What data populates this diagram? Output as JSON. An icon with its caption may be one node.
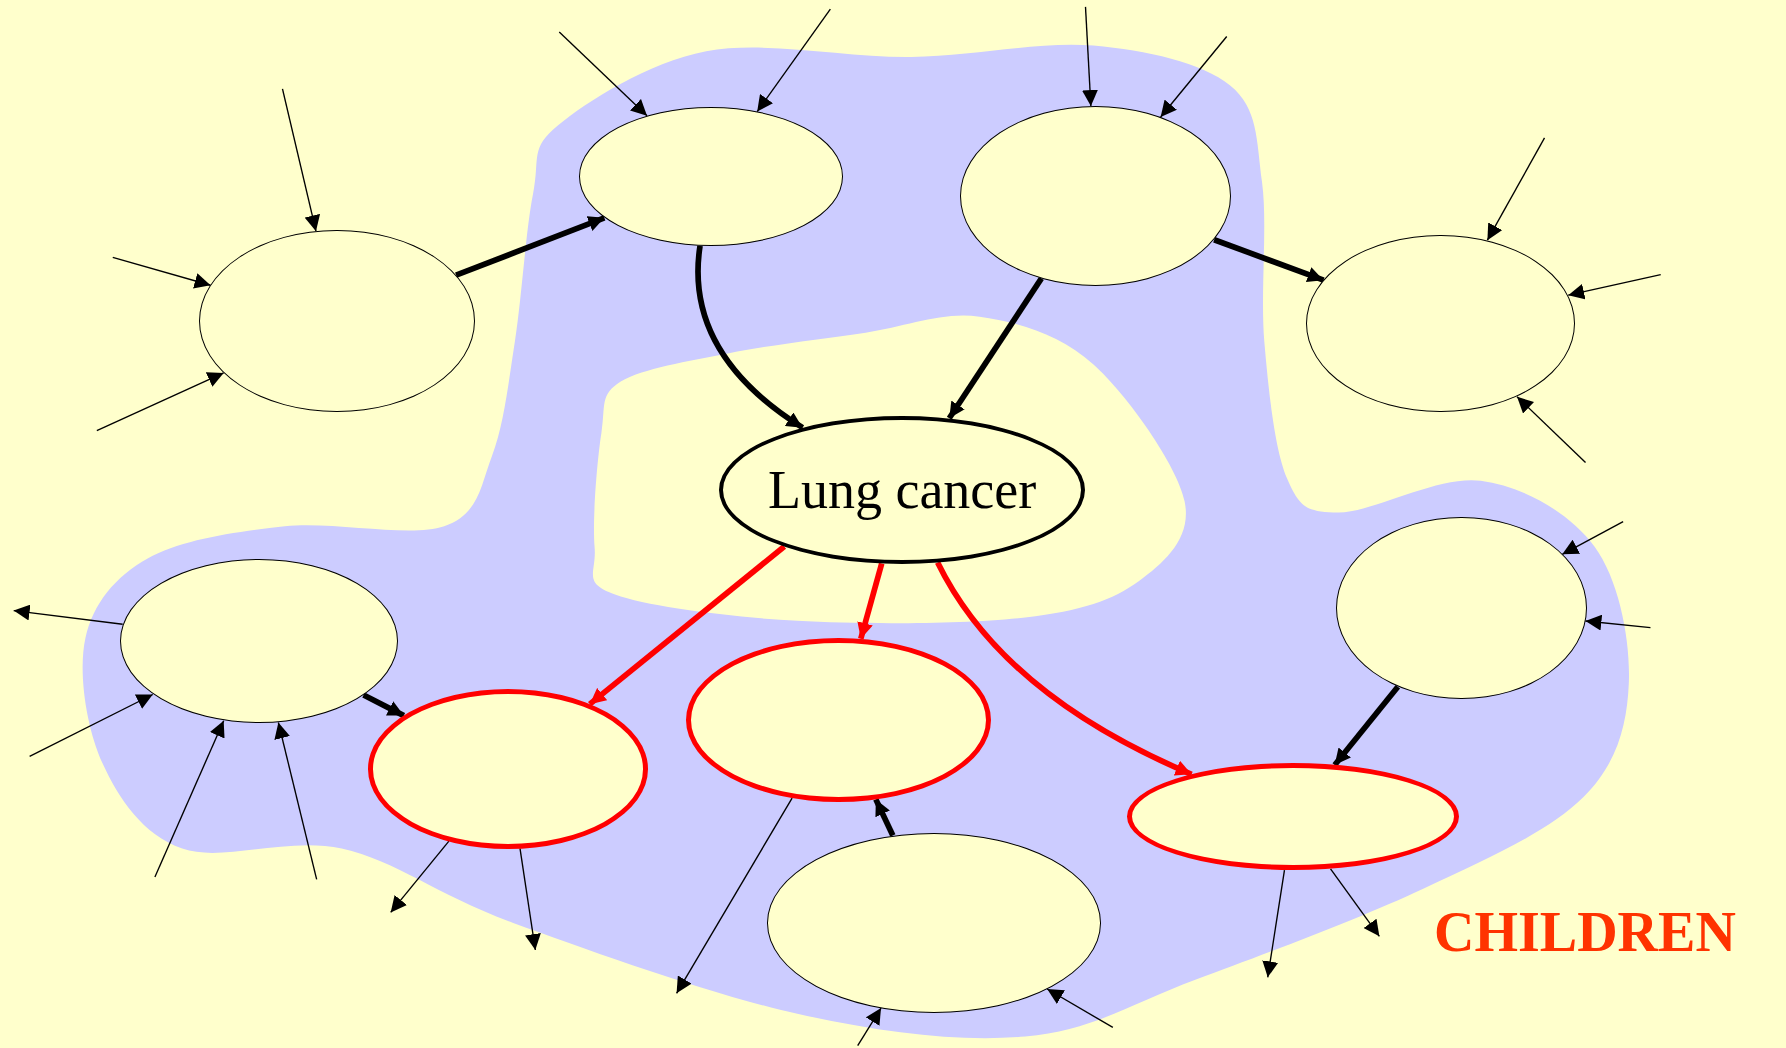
{
  "diagram": {
    "nodes": [
      {
        "text": [],
        "shape": "ellipse"
      },
      {
        "text": [],
        "shape": "ellipse"
      },
      {
        "text": [],
        "shape": "ellipse"
      },
      {
        "text": [],
        "shape": "ellipse"
      },
      {
        "text": [
          "Lung cancer"
        ]
      },
      {
        "text": [],
        "shape": "ellipse"
      },
      {
        "text": [],
        "shape": "ellipse"
      },
      {
        "text": [],
        "shape": "ellipse"
      },
      {
        "text": [],
        "shape": "ellipse"
      },
      {
        "text": [],
        "shape": "ellipse"
      },
      {
        "text": [],
        "shape": "ellipse"
      }
    ],
    "edges": [
      {
        "from": 0,
        "to": 1,
        "arrow": "to",
        "style": "thick"
      },
      {
        "from": 1,
        "to": 4,
        "arrow": "to",
        "style": "thick"
      },
      {
        "from": 2,
        "to": 4,
        "arrow": "to",
        "style": "thick"
      },
      {
        "from": 2,
        "to": 3,
        "arrow": "to",
        "style": "thick"
      },
      {
        "from": 4,
        "to": 7,
        "arrow": "to",
        "style": "thick",
        "color": "#ff0000"
      },
      {
        "from": 4,
        "to": 8,
        "arrow": "to",
        "style": "thick",
        "color": "#ff0000"
      },
      {
        "from": 4,
        "to": 9,
        "arrow": "to",
        "style": "thick",
        "color": "#ff0000"
      },
      {
        "from": 5,
        "to": 9,
        "arrow": "to",
        "style": "thick"
      },
      {
        "from": 6,
        "to": 7,
        "arrow": "to",
        "style": "thick"
      },
      {
        "from": 10,
        "to": 8,
        "arrow": "to",
        "style": "thick"
      },
      {
        "from": null,
        "to": 0,
        "arrow": "to"
      },
      {
        "from": null,
        "to": 0,
        "arrow": "to"
      },
      {
        "from": null,
        "to": 0,
        "arrow": "to"
      },
      {
        "from": null,
        "to": 1,
        "arrow": "to"
      },
      {
        "from": null,
        "to": 1,
        "arrow": "to"
      },
      {
        "from": null,
        "to": 2,
        "arrow": "to"
      },
      {
        "from": null,
        "to": 2,
        "arrow": "to"
      },
      {
        "from": null,
        "to": 3,
        "arrow": "to"
      },
      {
        "from": null,
        "to": 3,
        "arrow": "to"
      },
      {
        "from": null,
        "to": 3,
        "arrow": "to"
      },
      {
        "from": null,
        "to": 5,
        "arrow": "to"
      },
      {
        "from": null,
        "to": 5,
        "arrow": "to"
      },
      {
        "from": 6,
        "to": null,
        "arrow": "to"
      },
      {
        "from": null,
        "to": 6,
        "arrow": "to"
      },
      {
        "from": null,
        "to": 6,
        "arrow": "to"
      },
      {
        "from": null,
        "to": 6,
        "arrow": "to"
      },
      {
        "from": 7,
        "to": null,
        "arrow": "to"
      },
      {
        "from": 7,
        "to": null,
        "arrow": "to"
      },
      {
        "from": 8,
        "to": null,
        "arrow": "to"
      },
      {
        "from": 9,
        "to": null,
        "arrow": "to"
      },
      {
        "from": 9,
        "to": null,
        "arrow": "to"
      },
      {
        "from": null,
        "to": 10,
        "arrow": "to"
      },
      {
        "from": null,
        "to": 10,
        "arrow": "to"
      }
    ],
    "labels": [
      "CHILDREN"
    ]
  }
}
